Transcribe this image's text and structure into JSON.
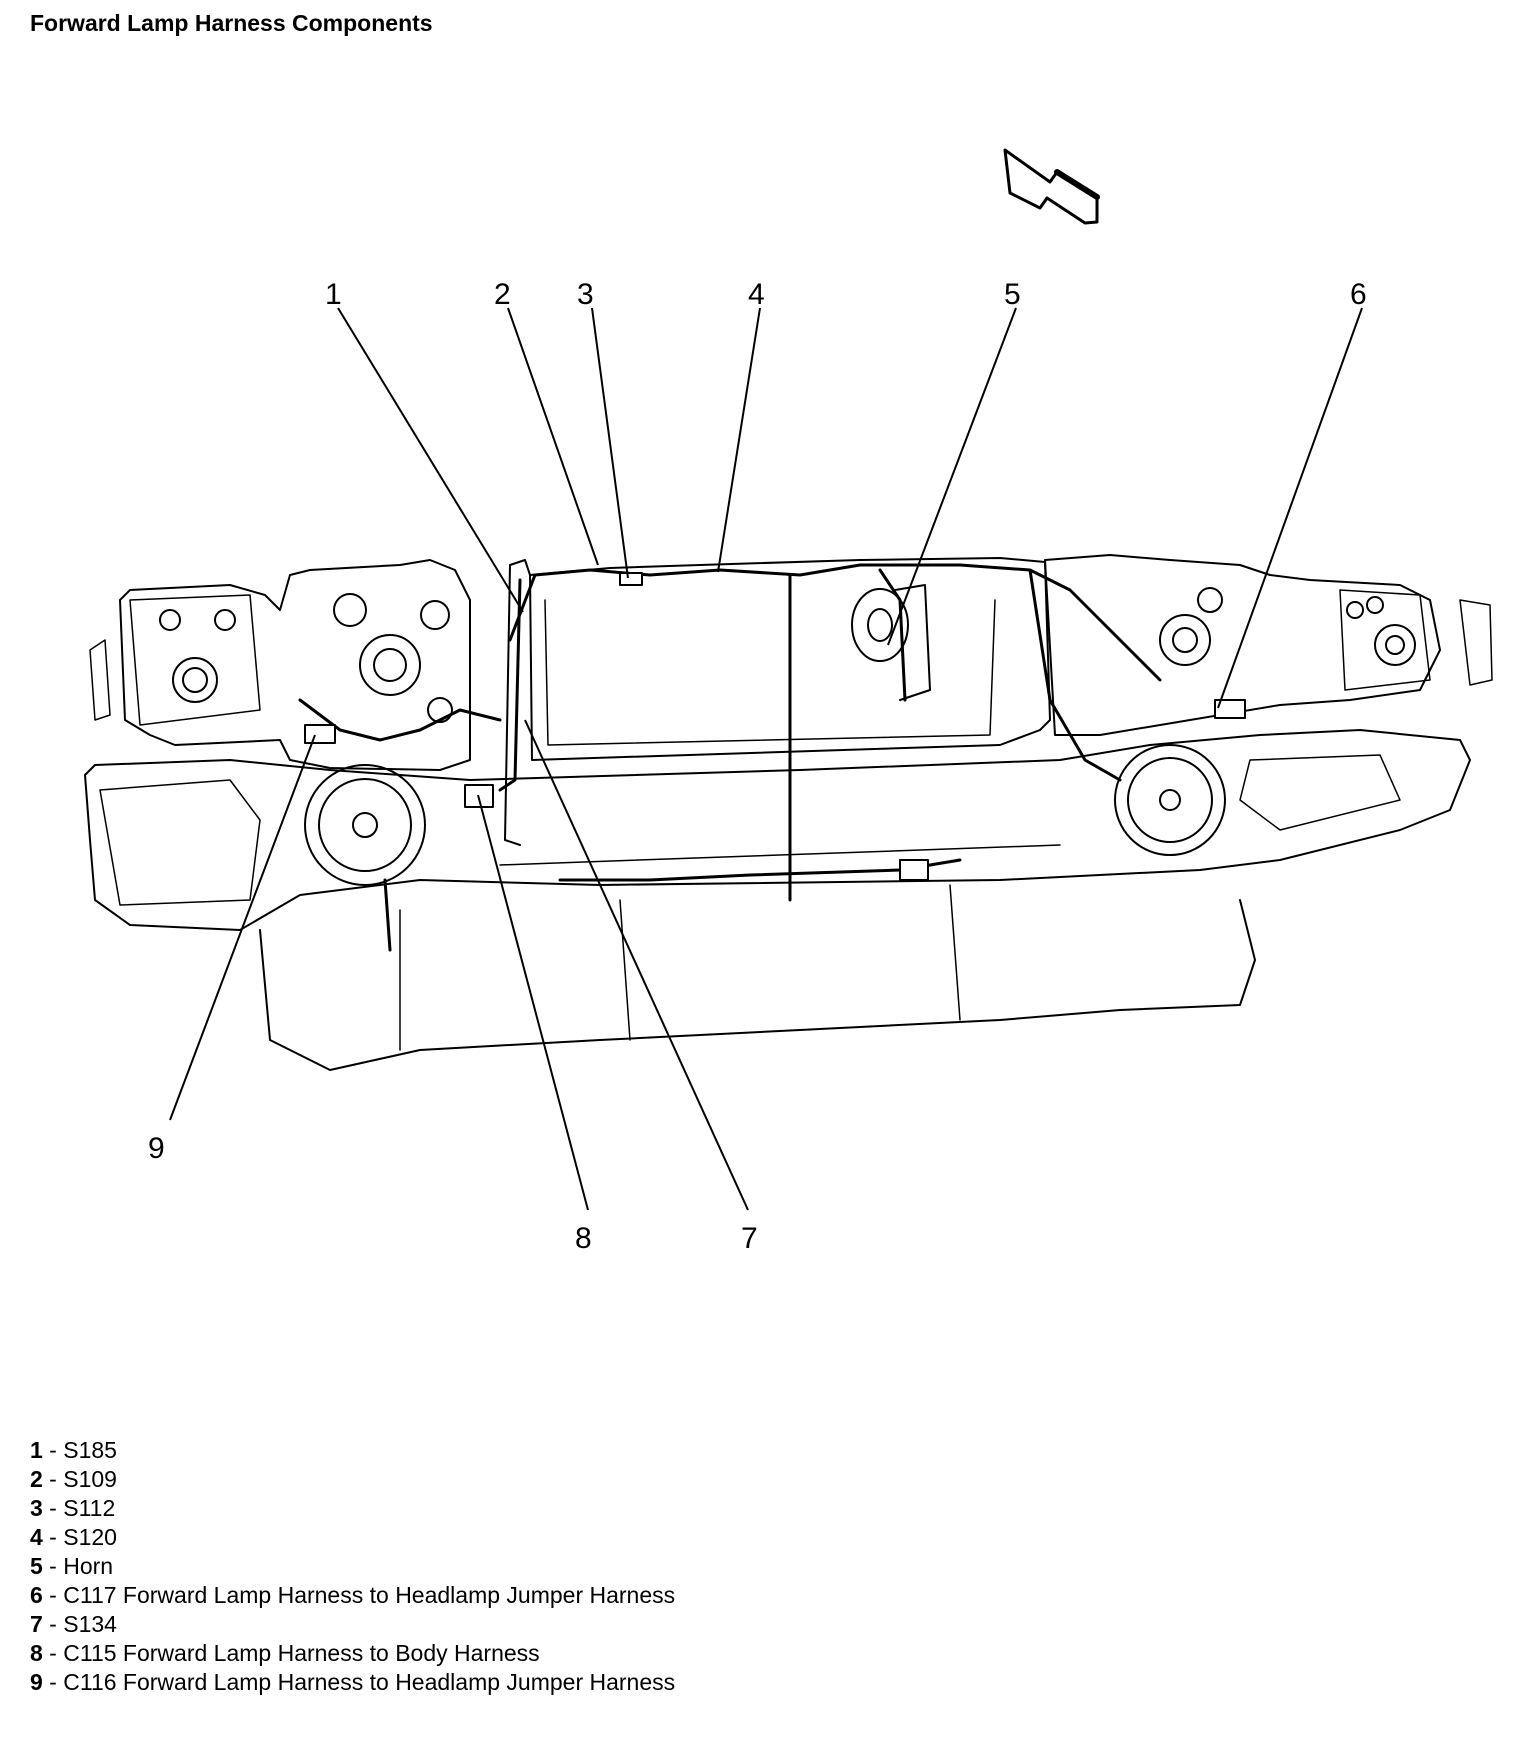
{
  "title": "Forward Lamp Harness Components",
  "callouts": [
    {
      "num": "1"
    },
    {
      "num": "2"
    },
    {
      "num": "3"
    },
    {
      "num": "4"
    },
    {
      "num": "5"
    },
    {
      "num": "6"
    },
    {
      "num": "7"
    },
    {
      "num": "8"
    },
    {
      "num": "9"
    }
  ],
  "legend": [
    {
      "num": "1",
      "sep": " - ",
      "text": "S185"
    },
    {
      "num": "2",
      "sep": " - ",
      "text": "S109"
    },
    {
      "num": "3",
      "sep": " - ",
      "text": "S112"
    },
    {
      "num": "4",
      "sep": " - ",
      "text": "S120"
    },
    {
      "num": "5",
      "sep": " - ",
      "text": "Horn"
    },
    {
      "num": "6",
      "sep": " - ",
      "text": "C117 Forward Lamp Harness to Headlamp Jumper Harness"
    },
    {
      "num": "7",
      "sep": " - ",
      "text": "S134"
    },
    {
      "num": "8",
      "sep": " - ",
      "text": "C115 Forward Lamp Harness to Body Harness"
    },
    {
      "num": "9",
      "sep": " - ",
      "text": "C116 Forward Lamp Harness to Headlamp Jumper Harness"
    }
  ]
}
